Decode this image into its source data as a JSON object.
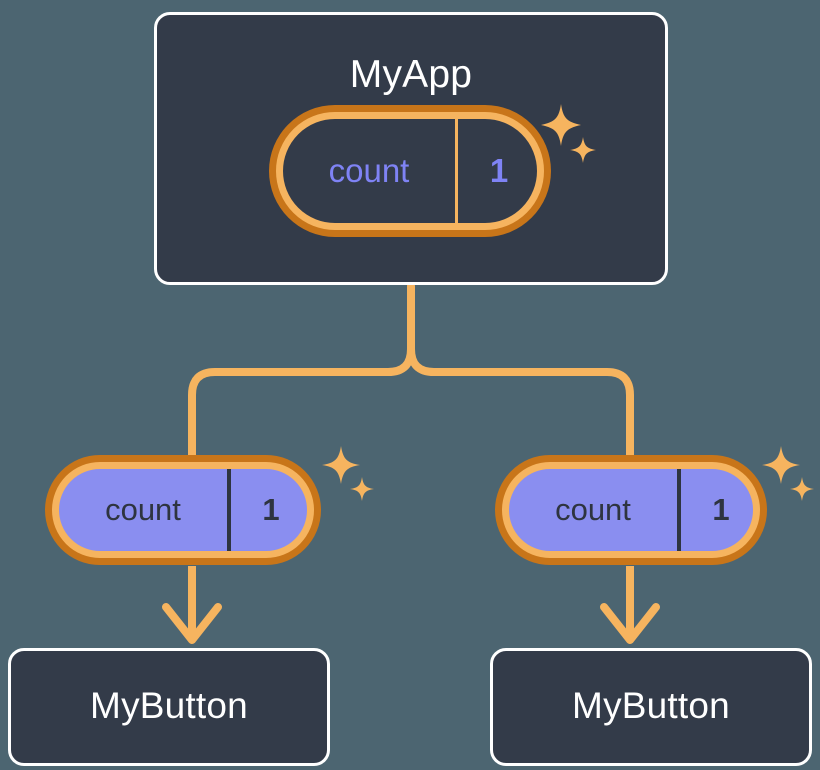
{
  "diagram": {
    "title": "MyApp",
    "accent_orange_light": "#f6b45f",
    "accent_orange_dark": "#c87519",
    "accent_purple": "#8a8ef0",
    "accent_purple_text": "#7f83f5",
    "card_background": "#333b49",
    "page_background": "#4c6571",
    "card_text": "#ffffff",
    "pill_fill_text": "#2e3440"
  },
  "root": {
    "component_label": "MyApp",
    "state_pill": {
      "key": "count",
      "value": "1",
      "sparkle_label": "sparkle-highlight"
    }
  },
  "branches": [
    {
      "prop_pill": {
        "key": "count",
        "value": "1",
        "sparkle_label": "sparkle-highlight"
      },
      "child": {
        "component_label": "MyButton"
      }
    },
    {
      "prop_pill": {
        "key": "count",
        "value": "1",
        "sparkle_label": "sparkle-highlight"
      },
      "child": {
        "component_label": "MyButton"
      }
    }
  ]
}
